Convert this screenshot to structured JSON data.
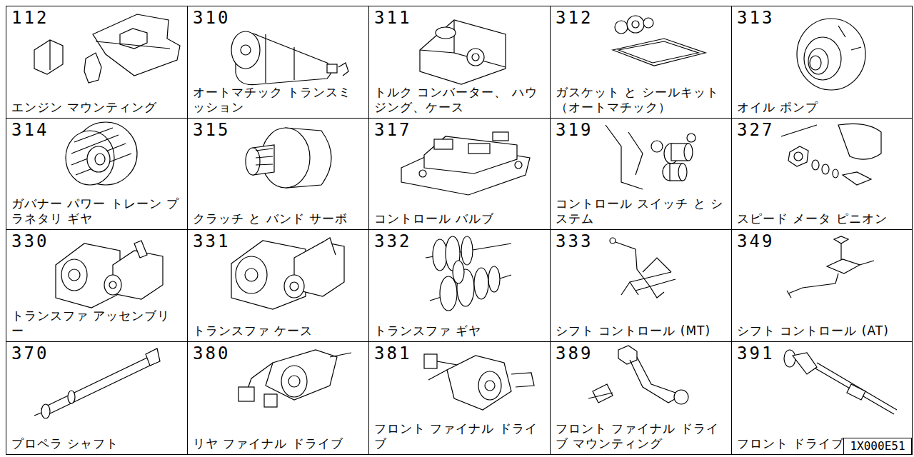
{
  "diagram": {
    "nodes": [
      {
        "text": [
          "112",
          "エンジン マウンティング"
        ]
      },
      {
        "text": [
          "310",
          "オートマチック トランスミッション"
        ]
      },
      {
        "text": [
          "311",
          "トルク コンバーター、 ハウジング、ケース"
        ]
      },
      {
        "text": [
          "312",
          "ガスケット と シールキット （オートマチック）"
        ]
      },
      {
        "text": [
          "313",
          "オイル ポンプ"
        ]
      },
      {
        "text": [
          "314",
          "ガバナー パワー トレーン プラネタリ ギヤ"
        ]
      },
      {
        "text": [
          "315",
          "クラッチ と バンド サーボ"
        ]
      },
      {
        "text": [
          "317",
          "コントロール バルブ"
        ]
      },
      {
        "text": [
          "319",
          "コントロール スイッチ と システム"
        ]
      },
      {
        "text": [
          "327",
          "スピード メータ ピニオン"
        ]
      },
      {
        "text": [
          "330",
          "トランスファ アッセンブリー"
        ]
      },
      {
        "text": [
          "331",
          "トランスファ ケース"
        ]
      },
      {
        "text": [
          "332",
          "トランスファ ギヤ"
        ]
      },
      {
        "text": [
          "333",
          "シフト コントロール (MT)"
        ]
      },
      {
        "text": [
          "349",
          "シフト コントロール (AT)"
        ]
      },
      {
        "text": [
          "370",
          "プロペラ シャフト"
        ]
      },
      {
        "text": [
          "380",
          "リヤ ファイナル ドライブ"
        ]
      },
      {
        "text": [
          "381",
          "フロント ファイナル ドライブ"
        ]
      },
      {
        "text": [
          "389",
          "フロント ファイナル ドライブ マウンティング"
        ]
      },
      {
        "text": [
          "391",
          "フロント ドライブ シャフト"
        ]
      },
      {
        "text": [
          "1X000E51"
        ]
      }
    ]
  }
}
